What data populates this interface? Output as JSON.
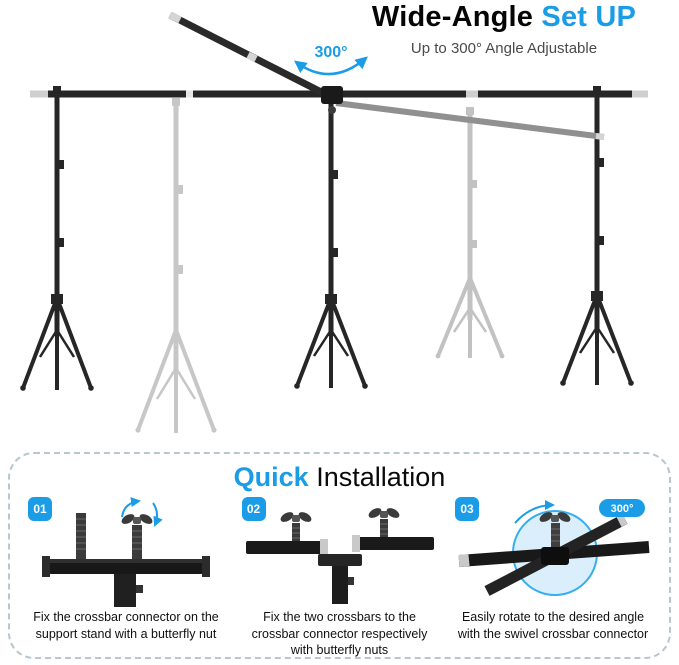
{
  "colors": {
    "accent_blue": "#1b9ce6",
    "metal_dark": "#262626",
    "metal_ghost": "#c7c7c7"
  },
  "header": {
    "title_black": "Wide-Angle",
    "title_blue": "Set UP",
    "subtitle": "Up to 300° Angle Adjustable"
  },
  "hero": {
    "angle_label": "300°"
  },
  "panel": {
    "title_blue": "Quick",
    "title_black": "Installation",
    "steps": [
      {
        "num": "01",
        "caption": "Fix the crossbar connector on the support stand with a butterfly nut"
      },
      {
        "num": "02",
        "caption": "Fix the two crossbars to the crossbar connector respectively with butterfly nuts"
      },
      {
        "num": "03",
        "caption": "Easily rotate to the desired angle with the swivel crossbar connector",
        "angle_badge": "300°"
      }
    ]
  }
}
